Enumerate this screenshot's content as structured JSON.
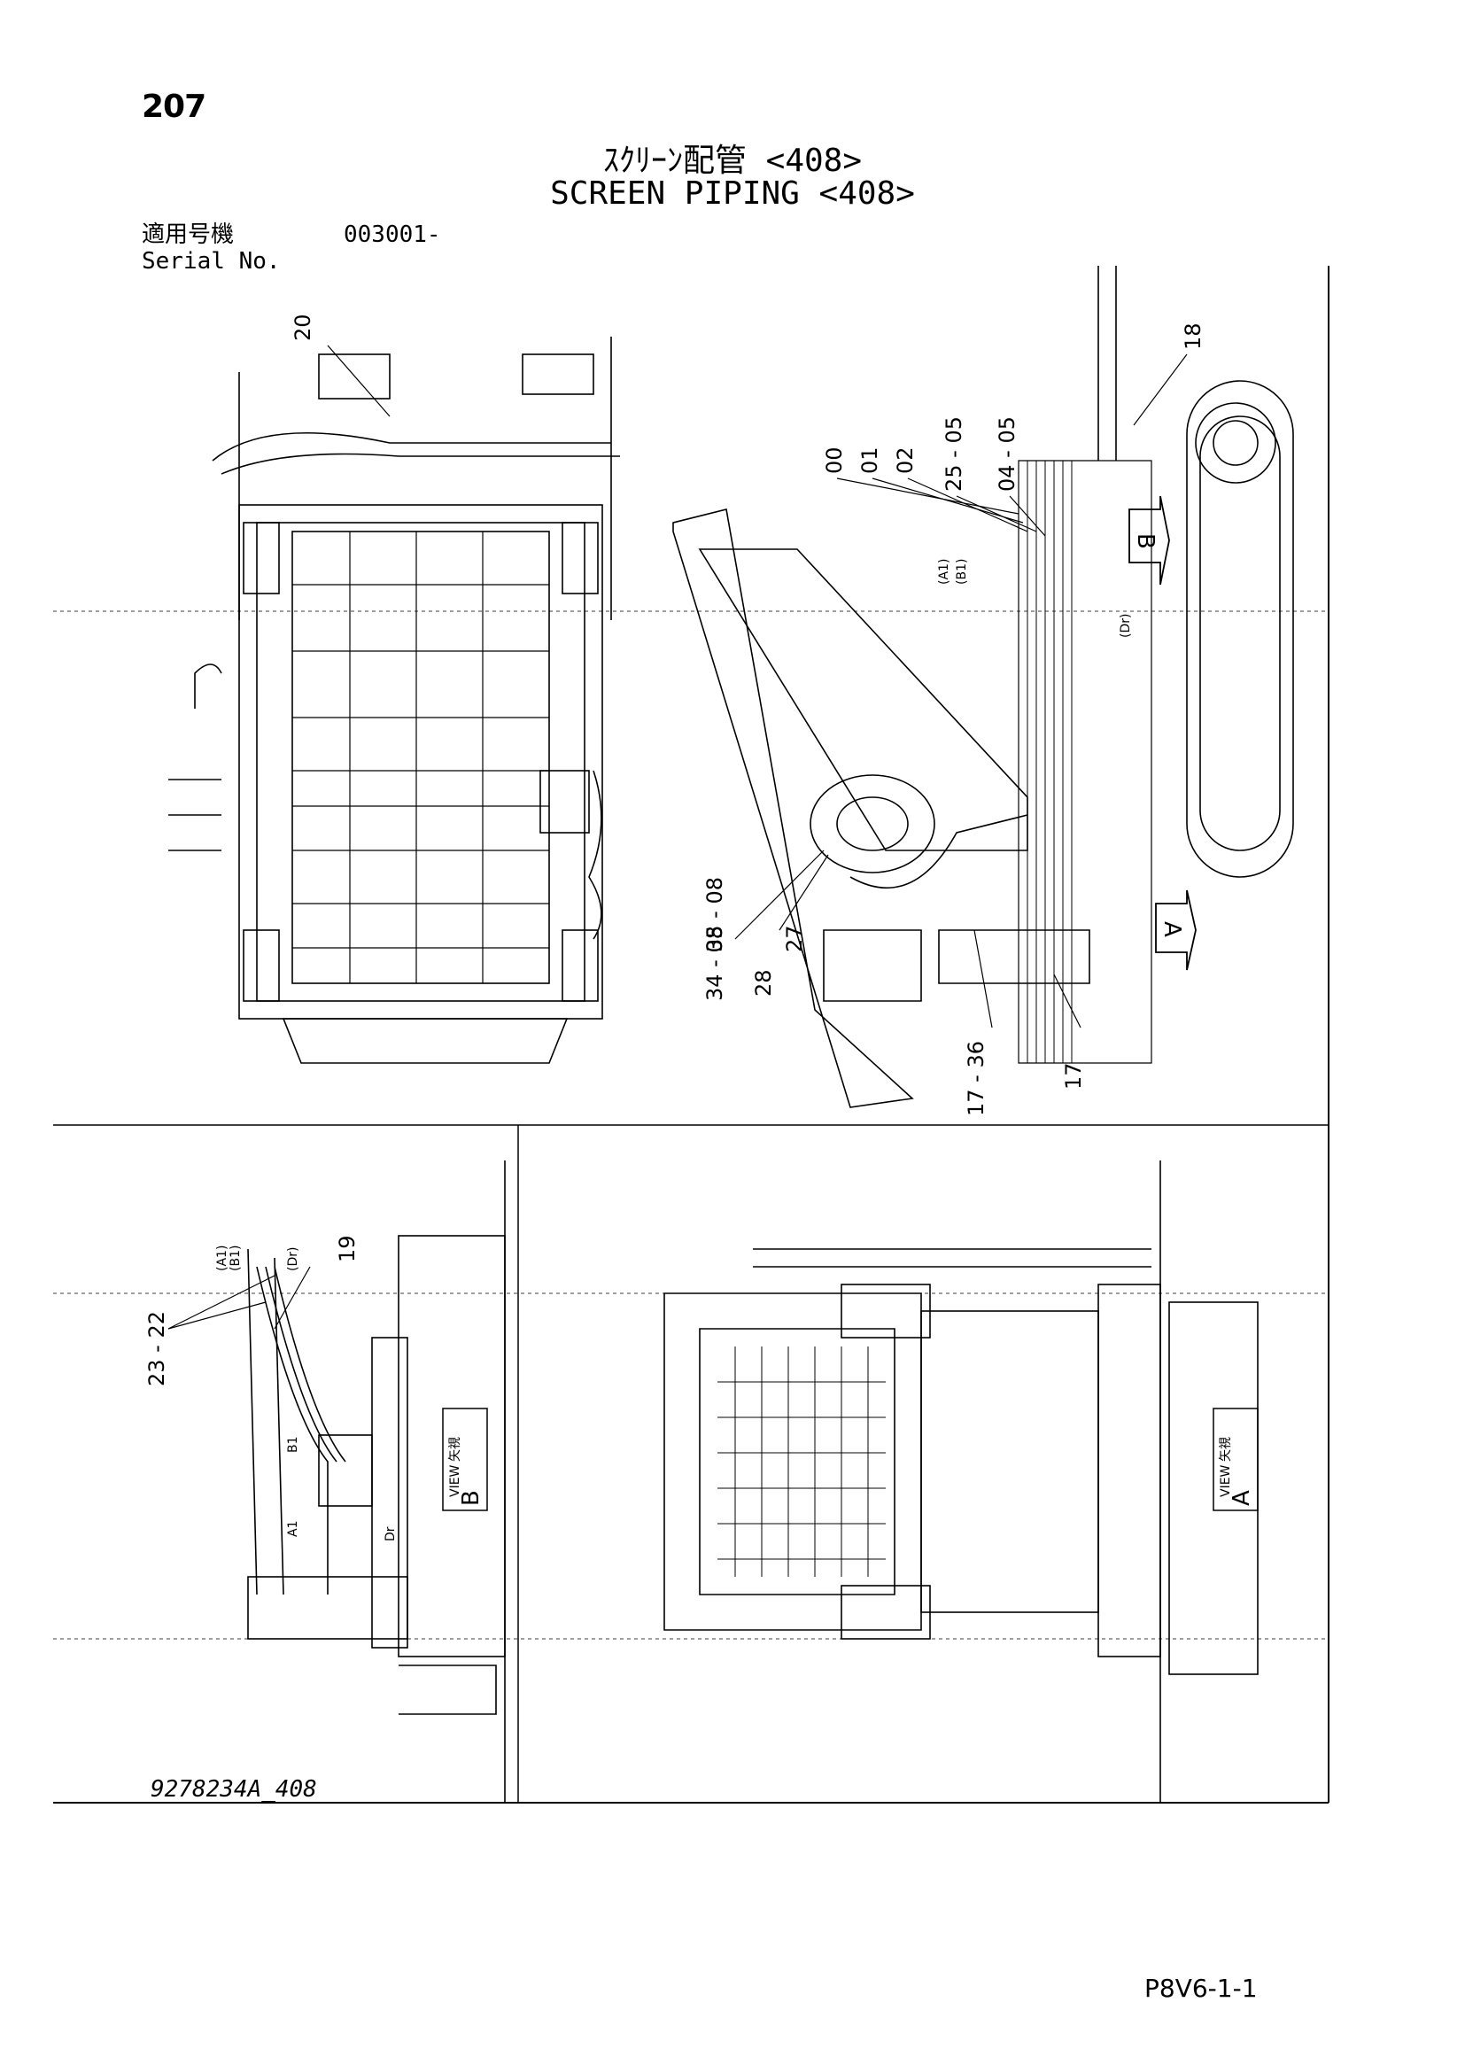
{
  "page_number": "207",
  "title_jp": "ｽｸﾘｰﾝ配管 <408>",
  "title_en": "SCREEN PIPING <408>",
  "serial": {
    "label_jp": "適用号機",
    "label_en": "Serial No.",
    "value": "003001-"
  },
  "drawing_code": "9278234A_408",
  "page_code": "P8V6-1-1",
  "callouts_top_left": [
    "20"
  ],
  "callouts_top_right": [
    "00",
    "01",
    "02",
    "25\n-\n05",
    "04\n-\n05",
    "18"
  ],
  "callouts_mid_right": [
    "34\n-\n08",
    "35\n-\n08",
    "28",
    "27",
    "17\n-\n36",
    "17"
  ],
  "callouts_bottom_left": [
    "19",
    "23\n-\n22"
  ],
  "port_labels": {
    "a1": "(A1)",
    "b1": "(B1)",
    "dr": "(Dr)",
    "a1_plain": "A1",
    "b1_plain": "B1",
    "dr_plain": "Dr"
  },
  "view_markers": {
    "a": "A",
    "b": "B"
  },
  "view_labels": {
    "view_a_letter": "A",
    "view_b_letter": "B",
    "view_word": "VIEW",
    "jp": "矢視"
  }
}
